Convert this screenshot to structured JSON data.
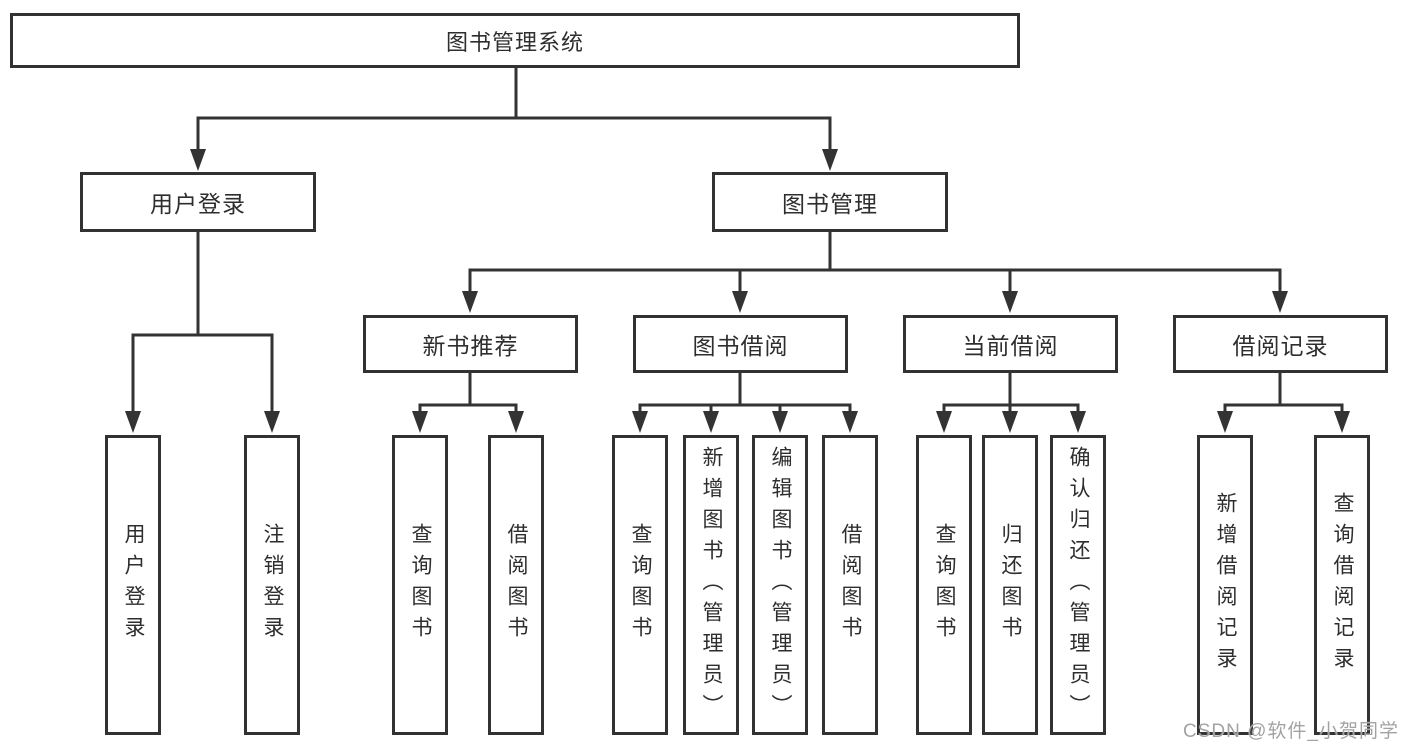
{
  "diagram": {
    "root": {
      "label": "图书管理系统"
    },
    "branches": [
      {
        "label": "用户登录",
        "children": [
          {
            "label": "用户登录"
          },
          {
            "label": "注销登录"
          }
        ]
      },
      {
        "label": "图书管理",
        "children": [
          {
            "label": "新书推荐",
            "children": [
              {
                "label": "查询图书"
              },
              {
                "label": "借阅图书"
              }
            ]
          },
          {
            "label": "图书借阅",
            "children": [
              {
                "label": "查询图书"
              },
              {
                "label": "新增图书（管理员）"
              },
              {
                "label": "编辑图书（管理员）"
              },
              {
                "label": "借阅图书"
              }
            ]
          },
          {
            "label": "当前借阅",
            "children": [
              {
                "label": "查询图书"
              },
              {
                "label": "归还图书"
              },
              {
                "label": "确认归还（管理员）"
              }
            ]
          },
          {
            "label": "借阅记录",
            "children": [
              {
                "label": "新增借阅记录"
              },
              {
                "label": "查询借阅记录"
              }
            ]
          }
        ]
      }
    ],
    "watermark": "CSDN @软件_小贺同学",
    "colors": {
      "line": "#333333",
      "box_border": "#323232",
      "text": "#2e2e2e",
      "background": "#ffffff",
      "watermark": "#a3a3a3"
    }
  }
}
